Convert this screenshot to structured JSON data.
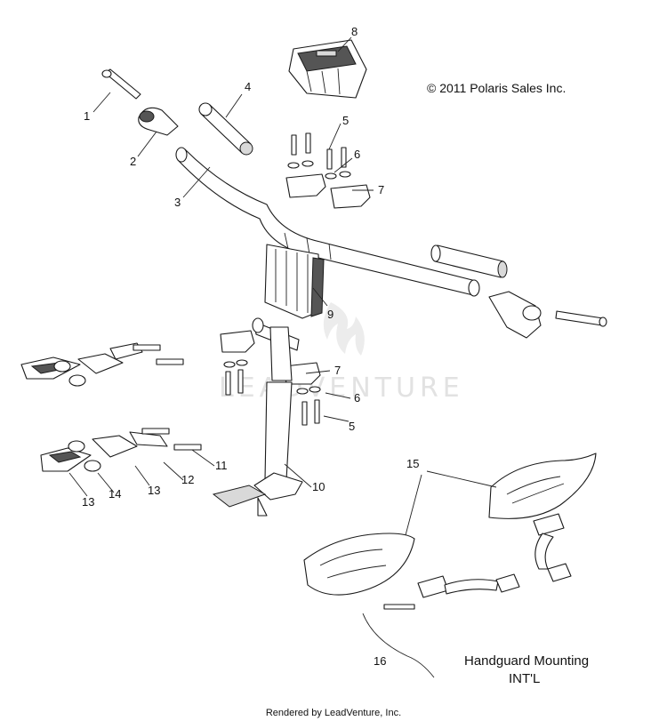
{
  "copyright": "© 2011 Polaris Sales Inc.",
  "watermark": "LEADVENTURE",
  "footer": "Rendered by LeadVenture, Inc.",
  "caption": {
    "line1": "Handguard Mounting",
    "line2": "INT'L"
  },
  "callouts": [
    "1",
    "2",
    "3",
    "4",
    "5",
    "6",
    "7",
    "8",
    "9",
    "7",
    "6",
    "5",
    "10",
    "11",
    "12",
    "13",
    "14",
    "13",
    "15",
    "16"
  ]
}
